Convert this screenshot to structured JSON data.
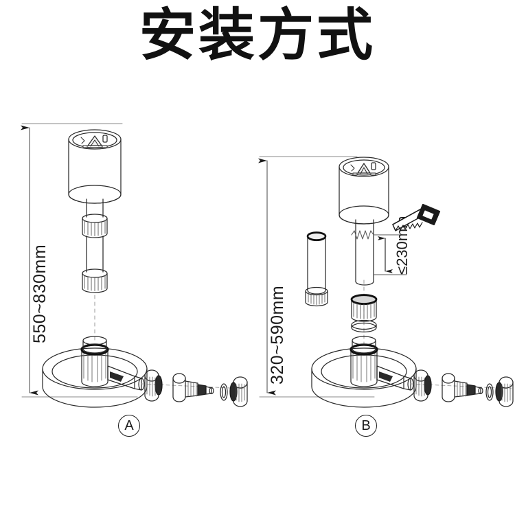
{
  "page": {
    "title": "安装方式",
    "background_color": "#ffffff",
    "line_color": "#1a1a1a",
    "accent_dark": "#111111"
  },
  "diagrams": [
    {
      "id": "A",
      "label": "A",
      "dimension": "550~830mm",
      "description": "standard-height-installation",
      "parts": [
        "sensor-head",
        "upper-coupling-nut",
        "extension-tube",
        "lower-coupling-nut",
        "bowl-base",
        "center-fitting",
        "side-outlet-port",
        "knurled-nut",
        "barbed-connector",
        "washer",
        "end-cap-nut"
      ]
    },
    {
      "id": "B",
      "label": "B",
      "dimension": "320~590mm",
      "cut_limit": "≤230mm",
      "description": "shortened-installation-with-cut-tube",
      "parts": [
        "sensor-head",
        "cut-tube-zigzag-line",
        "saw-icon",
        "removed-tube-section",
        "coupling-nut",
        "o-ring-gasket",
        "bowl-base",
        "center-fitting",
        "side-outlet-port",
        "knurled-nut",
        "barbed-connector",
        "washer",
        "end-cap-nut"
      ]
    }
  ]
}
